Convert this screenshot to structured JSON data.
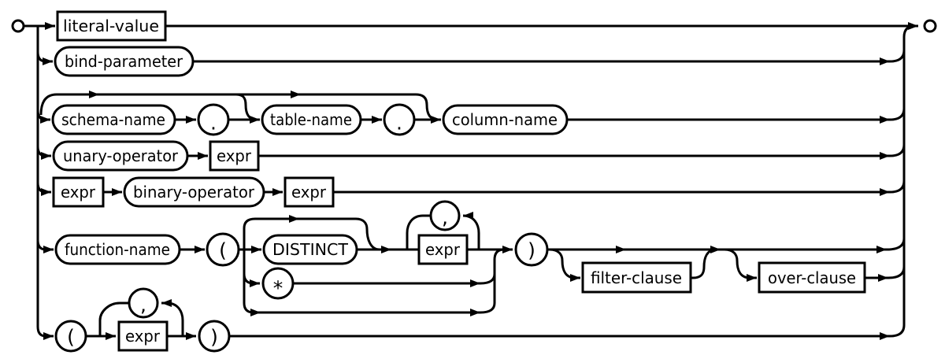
{
  "diagram": {
    "type": "railroad-syntax-diagram",
    "colors": {
      "line": "#000000",
      "background": "#ffffff",
      "node_fill": "#ffffff",
      "text": "#000000"
    },
    "labels": {
      "literal_value": "literal-value",
      "bind_parameter": "bind-parameter",
      "schema_name": "schema-name",
      "table_name": "table-name",
      "column_name": "column-name",
      "unary_operator": "unary-operator",
      "binary_operator": "binary-operator",
      "function_name": "function-name",
      "distinct_keyword": "DISTINCT",
      "filter_clause": "filter-clause",
      "over_clause": "over-clause",
      "expr": "expr",
      "dot": ".",
      "comma": ",",
      "star": "*",
      "open_paren": "(",
      "close_paren": ")"
    }
  }
}
